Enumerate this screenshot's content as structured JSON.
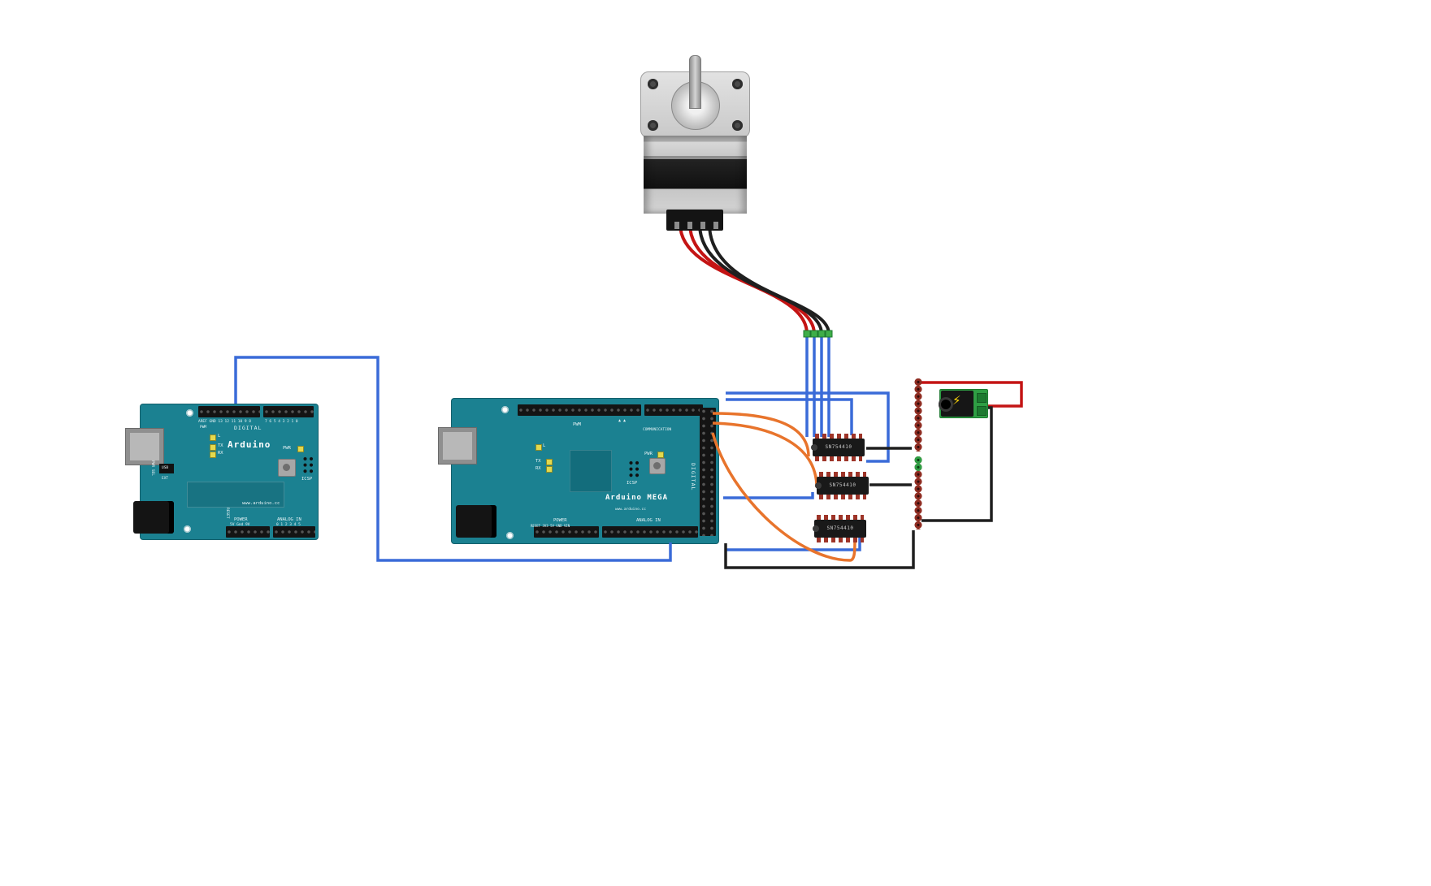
{
  "board_uno": {
    "brand": "Arduino",
    "url": "www.arduino.cc",
    "digital_label": "DIGITAL",
    "pwm_label": "PWM",
    "top_pins_left": "AREF GND 13 12 11 10 9 8",
    "top_pins_right": "7 6 5 4 3 2 1 0",
    "led_l": "L",
    "led_tx": "TX",
    "led_rx": "RX",
    "led_pwr": "PWR",
    "icsp_label": "ICSP",
    "reset_label": "RESET",
    "power_label": "POWER",
    "power_pins": "5V Gnd 9V",
    "analog_label": "ANALOG IN",
    "analog_pins": "0 1 2 3 4 5",
    "usb_sel": "USB",
    "ext_sel": "EXT",
    "pwr_sel": "PWR SEL"
  },
  "board_mega": {
    "brand": "Arduino MEGA",
    "url": "www.arduino.cc",
    "pwm_label": "PWM",
    "pwm_markers": "▲ ▲",
    "communication_label": "COMMUNICATION",
    "digital_label": "DIGITAL",
    "led_l": "L",
    "led_tx": "TX",
    "led_rx": "RX",
    "led_pwr": "PWR",
    "icsp_label": "ICSP",
    "power_label": "POWER",
    "power_pins": "RESET 3V3 5V GND VIN",
    "analog_label": "ANALOG IN"
  },
  "drivers": {
    "items": [
      {
        "label": "SN754410"
      },
      {
        "label": "SN754410"
      },
      {
        "label": "SN754410"
      }
    ]
  },
  "power_jack": {
    "bolt_icon": "⚡"
  },
  "colors": {
    "wire_blue": "#3a6bd8",
    "wire_orange": "#e8742c",
    "wire_red": "#c41414",
    "wire_black": "#1f1f1f",
    "board_teal": "#1b8191",
    "pcb_green": "#2f9e44",
    "pad_red": "#8f2d22",
    "terminal_green": "#3fae49"
  }
}
